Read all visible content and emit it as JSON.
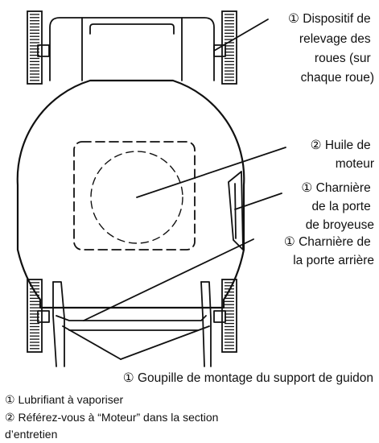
{
  "callouts": {
    "wheel_lift": {
      "number": "①",
      "lines": [
        "Dispositif de",
        "relevage des",
        "roues (sur",
        "chaque roue)"
      ]
    },
    "engine_oil": {
      "number": "②",
      "lines": [
        "Huile de",
        "moteur"
      ]
    },
    "mulch_hinge": {
      "number": "①",
      "lines": [
        "Charnière",
        "de la porte",
        "de broyeuse"
      ]
    },
    "rear_hinge": {
      "number": "①",
      "lines": [
        "Charnière de",
        "la porte arrière"
      ]
    },
    "handle_pin": {
      "number": "①",
      "lines": [
        "Goupille de montage du support de guidon"
      ]
    }
  },
  "legend": [
    {
      "symbol": "①",
      "text": "Lubrifiant à vaporiser"
    },
    {
      "symbol": "②",
      "text": "Référez-vous à “Moteur” dans la section"
    },
    {
      "symbol": "",
      "text": "d’entretien"
    }
  ]
}
